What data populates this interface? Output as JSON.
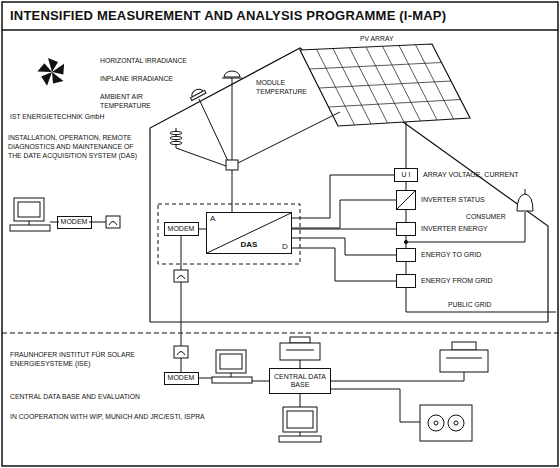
{
  "diagram": {
    "title": "INTENSIFIED MEASUREMENT AND ANALYSIS PROGRAMME (I-MAP)",
    "nodes": [
      {
        "text": [
          "U I",
          "ARRAY VOLTAGE, CURRENT"
        ]
      },
      {
        "text": [
          "INVERTER STATUS"
        ]
      },
      {
        "text": [
          "MODEM"
        ]
      },
      {
        "text": [
          "MODEM"
        ]
      },
      {
        "text": [
          "DAS"
        ]
      },
      {
        "text": [
          "INVERTER ENERGY"
        ]
      },
      {
        "text": [
          "ENERGY TO GRID"
        ]
      },
      {
        "text": [
          "ENERGY FROM GRID"
        ]
      },
      {
        "text": [
          "MODEM"
        ]
      },
      {
        "text": [
          "CENTRAL DATA BASE"
        ]
      }
    ],
    "edges": [
      {
        "from": 0,
        "to": 1,
        "arrow": "none"
      },
      {
        "from": 1,
        "to": 5,
        "arrow": "none"
      },
      {
        "from": 5,
        "to": 6,
        "arrow": "none"
      },
      {
        "from": 6,
        "to": 7,
        "arrow": "none"
      },
      {
        "from": 0,
        "to": 4,
        "arrow": "none"
      },
      {
        "from": 1,
        "to": 4,
        "arrow": "none"
      },
      {
        "from": 5,
        "to": 4,
        "arrow": "none"
      },
      {
        "from": 6,
        "to": 4,
        "arrow": "none"
      },
      {
        "from": 7,
        "to": 4,
        "arrow": "none"
      },
      {
        "from": 3,
        "to": 4,
        "arrow": "none"
      }
    ],
    "labels": [
      "PV ARRAY",
      "HORIZONTAL IRRADIANCE",
      "MODULE TEMPERATURE",
      "INPLANE IRRADIANCE",
      "AMBIENT AIR TEMPERATURE",
      "IST ENERGIETECHNIK GmbH",
      "INSTALLATION, OPERATION, REMOTE DIAGNOSTICS AND MAINTENANCE OF THE DATE ACQUISITION SYSTEM (DAS)",
      "A",
      "D",
      "CONSUMER",
      "PUBLIC GRID",
      "FRAUNHOFER INSTITUT FÜR SOLARE ENERGIESYSTEME (ISE)",
      "CENTRAL DATA BASE AND EVALUATION",
      "IN COOPERATION WITH WIP, MUNICH AND JRC/ESTI, ISPRA"
    ]
  }
}
